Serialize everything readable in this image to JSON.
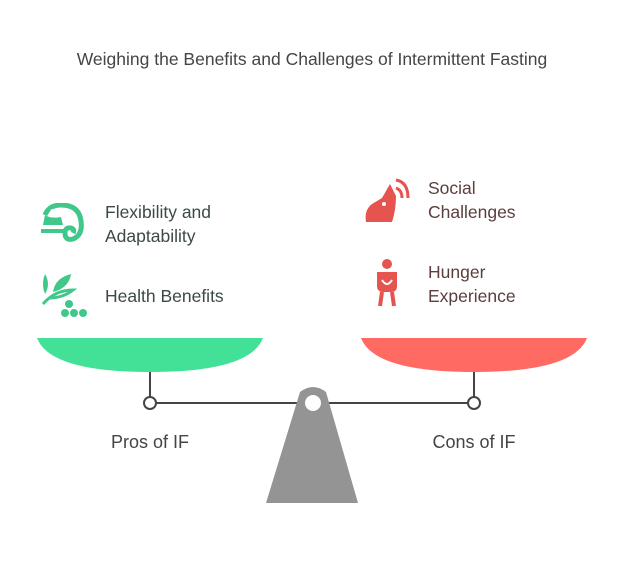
{
  "title": "Weighing the Benefits and Challenges of Intermittent Fasting",
  "pros": {
    "label": "Pros of IF",
    "color": "#43E097",
    "items": [
      {
        "line1": "Flexibility and",
        "line2": "Adaptability",
        "icon": "chameleon-icon"
      },
      {
        "line1": "Health Benefits",
        "icon": "leaves-berries-icon"
      }
    ]
  },
  "cons": {
    "label": "Cons of IF",
    "color": "#FF6A62",
    "items": [
      {
        "line1": "Social",
        "line2": "Challenges",
        "icon": "howling-wolf-icon"
      },
      {
        "line1": "Hunger",
        "line2": "Experience",
        "icon": "hungry-person-icon"
      }
    ]
  }
}
